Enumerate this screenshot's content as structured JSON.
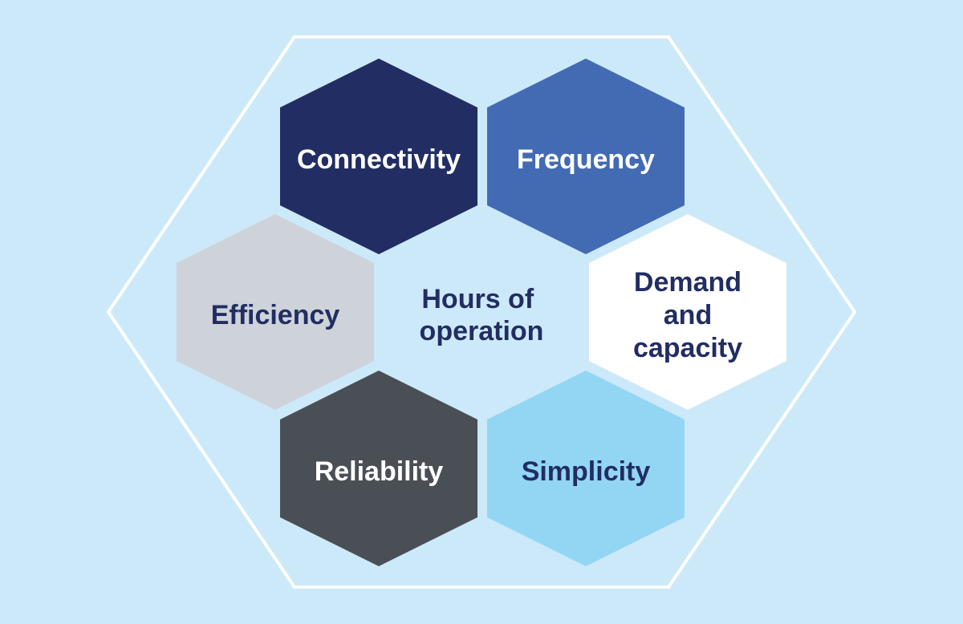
{
  "diagram": {
    "center_label": [
      "Hours of",
      "operation"
    ],
    "hexagons": [
      {
        "id": "connectivity",
        "lines": [
          "Connectivity"
        ],
        "fill": "#222d63",
        "text_color": "#ffffff"
      },
      {
        "id": "frequency",
        "lines": [
          "Frequency"
        ],
        "fill": "#436bb3",
        "text_color": "#ffffff"
      },
      {
        "id": "efficiency",
        "lines": [
          "Efficiency"
        ],
        "fill": "#cdd3d9",
        "text_color": "#222d63"
      },
      {
        "id": "demand-and-capacity",
        "lines": [
          "Demand",
          "and",
          "capacity"
        ],
        "fill": "#ffffff",
        "text_color": "#222d63"
      },
      {
        "id": "reliability",
        "lines": [
          "Reliability"
        ],
        "fill": "#4a4f55",
        "text_color": "#ffffff"
      },
      {
        "id": "simplicity",
        "lines": [
          "Simplicity"
        ],
        "fill": "#93d6f4",
        "text_color": "#222d63"
      }
    ],
    "colors": {
      "background": "#cce9f9",
      "outer_outline": "#ffffff",
      "center_text": "#222d63"
    }
  }
}
